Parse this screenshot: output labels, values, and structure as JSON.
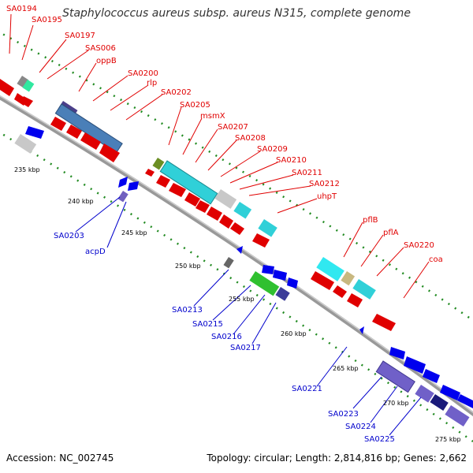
{
  "title": "Staphylococcus aureus subsp. aureus N315, complete genome",
  "footer": {
    "accession": "Accession: NC_002745",
    "topology": "Topology: circular; Length: 2,814,816 bp; Genes: 2,662"
  },
  "colors": {
    "forward_cds": "#e00000",
    "reverse_cds": "#0000ee",
    "backbone": "#999999",
    "ticks": "#228b22"
  },
  "kbp_labels": [
    "235 kbp",
    "240 kbp",
    "245 kbp",
    "250 kbp",
    "255 kbp",
    "260 kbp",
    "265 kbp",
    "270 kbp",
    "275 kbp"
  ],
  "forward_labels": [
    "SA0194",
    "SA0195",
    "SA0197",
    "SAS006",
    "oppB",
    "SA0200",
    "rlp",
    "SA0202",
    "SA0205",
    "msmX",
    "SA0207",
    "SA0208",
    "SA0209",
    "SA0210",
    "SA0211",
    "SA0212",
    "uhpT",
    "pflB",
    "pflA",
    "SA0220",
    "coa"
  ],
  "reverse_labels": [
    "SA0203",
    "acpD",
    "SA0213",
    "SA0215",
    "SA0216",
    "SA0217",
    "SA0221",
    "SA0223",
    "SA0224",
    "SA0225"
  ]
}
